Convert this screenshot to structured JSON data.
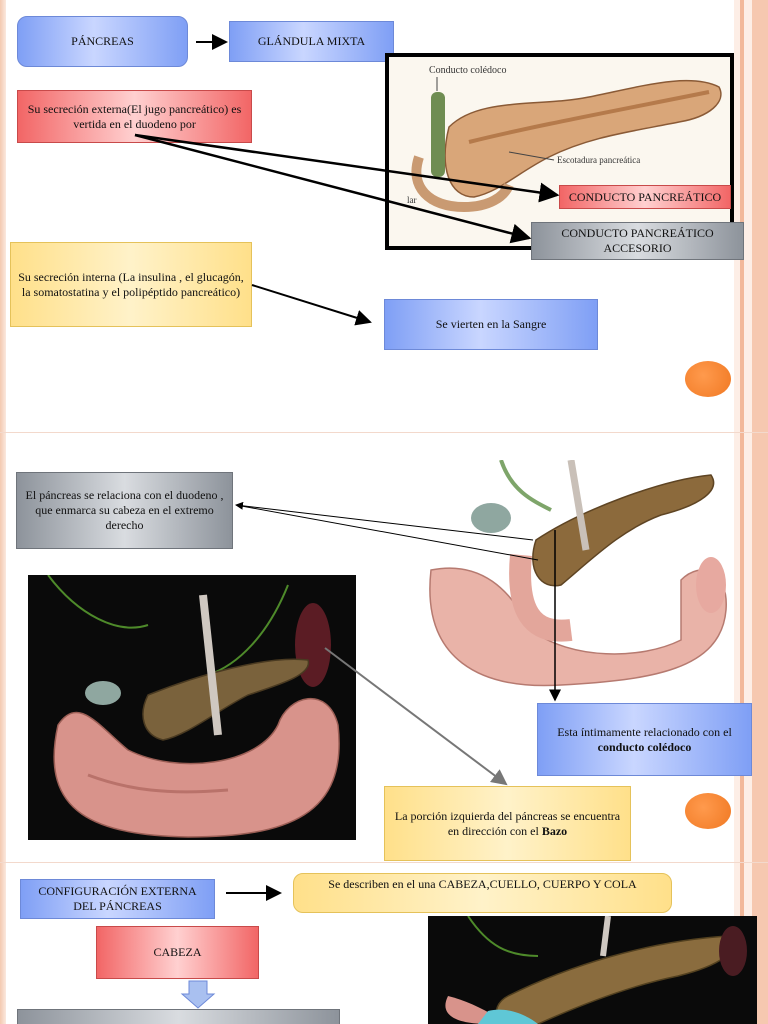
{
  "slide1": {
    "pancreas": "PÁNCREAS",
    "glandula": "GLÁNDULA MIXTA",
    "secrecion_externa": "Su secreción externa(El jugo pancreático) es vertida en el duodeno por",
    "figure_labels": {
      "conducto_coledoco": "Conducto colédoco",
      "escotadura": "Escotadura pancreática",
      "lar": "lar"
    },
    "conducto_pancreatico": "CONDUCTO PANCREÁTICO",
    "conducto_accesorio": "CONDUCTO PANCREÁTICO ACCESORIO",
    "secrecion_interna": "Su secreción interna (La insulina , el glucagón, la somatostatina y el polipéptido pancreático)",
    "sangre": "Se vierten en la Sangre"
  },
  "slide2": {
    "duodeno_text": "El páncreas se relaciona con el duodeno , que enmarca su cabeza en el extremo derecho",
    "coledoco_prefix": "Esta íntimamente relacionado con el",
    "coledoco_bold": "conducto colédoco",
    "bazo_prefix": "La porción izquierda del páncreas se encuentra en dirección con el",
    "bazo_bold": "Bazo"
  },
  "slide3": {
    "configuracion": "CONFIGURACIÓN EXTERNA DEL PÁNCREAS",
    "describen": "Se describen en el una CABEZA,CUELLO, CUERPO Y COLA",
    "cabeza": "CABEZA"
  },
  "colors": {
    "accent_orange": "#f07822",
    "box_blue": "#7f9ff5",
    "box_red": "#f26666",
    "box_gray": "#8d939b",
    "box_yellow": "#ffe08a"
  }
}
